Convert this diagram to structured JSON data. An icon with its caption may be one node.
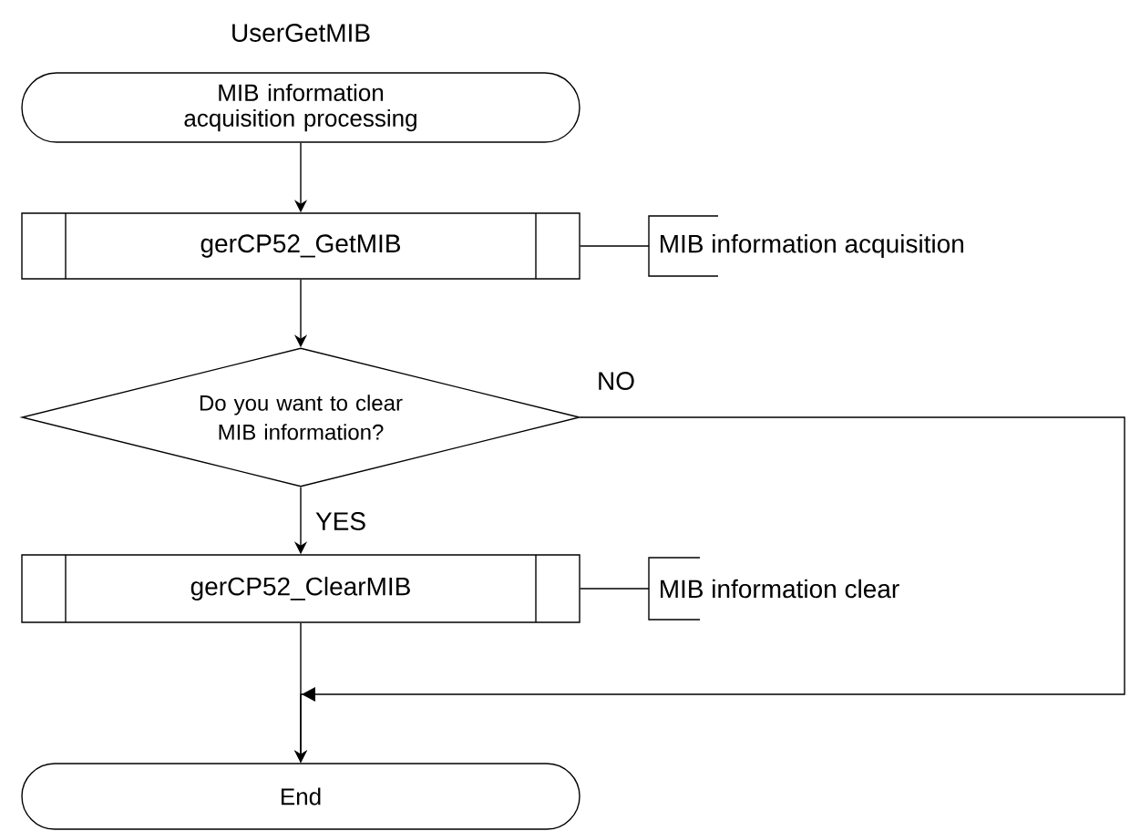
{
  "diagram": {
    "title": "UserGetMIB",
    "nodes": [
      {
        "text": [
          "MIB information acquisition processing"
        ]
      },
      {
        "text": [
          "gerCP52_GetMIB"
        ]
      },
      {
        "text": [
          "MIB information acquisition"
        ]
      },
      {
        "text": [
          "Do you want to clear MIB information?"
        ]
      },
      {
        "text": [
          "gerCP52_ClearMIB"
        ]
      },
      {
        "text": [
          "MIB information clear"
        ]
      },
      {
        "text": [
          "End"
        ]
      }
    ],
    "edges": [
      {
        "from": 0,
        "to": 1,
        "arrow": "to"
      },
      {
        "from": 1,
        "to": 2,
        "arrow": "none"
      },
      {
        "from": 1,
        "to": 3,
        "arrow": "to"
      },
      {
        "from": 3,
        "to": 4,
        "arrow": "to",
        "label": "YES"
      },
      {
        "from": 4,
        "to": 5,
        "arrow": "none"
      },
      {
        "from": 3,
        "to": 6,
        "arrow": "to",
        "label": "NO"
      },
      {
        "from": 4,
        "to": 6,
        "arrow": "to"
      }
    ]
  }
}
